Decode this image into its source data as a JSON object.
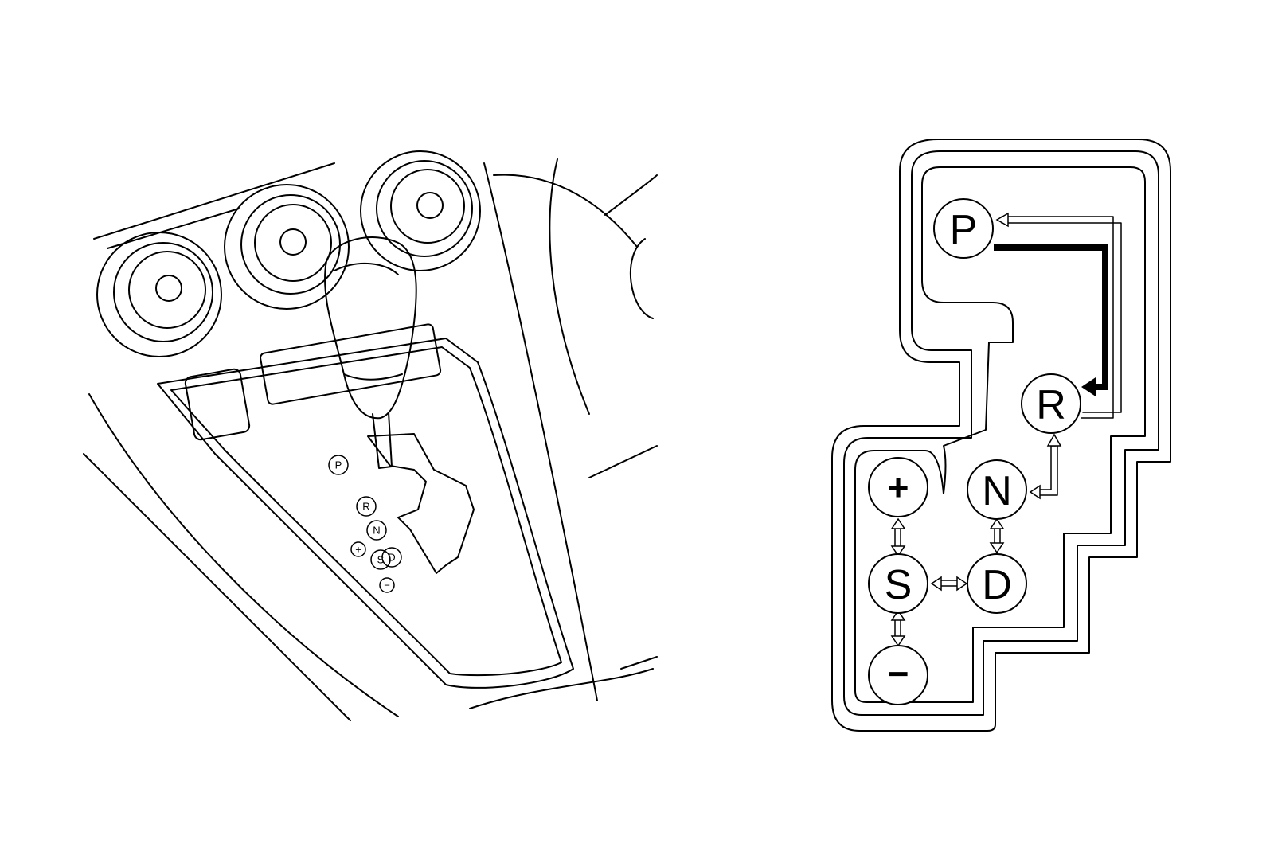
{
  "console_indicator": {
    "positions": [
      "P",
      "R",
      "N",
      "D",
      "+",
      "S",
      "−"
    ]
  },
  "shift_gate": {
    "positions": {
      "P": "P",
      "R": "R",
      "N": "N",
      "D": "D",
      "S": "S",
      "plus": "+",
      "minus": "−"
    }
  }
}
